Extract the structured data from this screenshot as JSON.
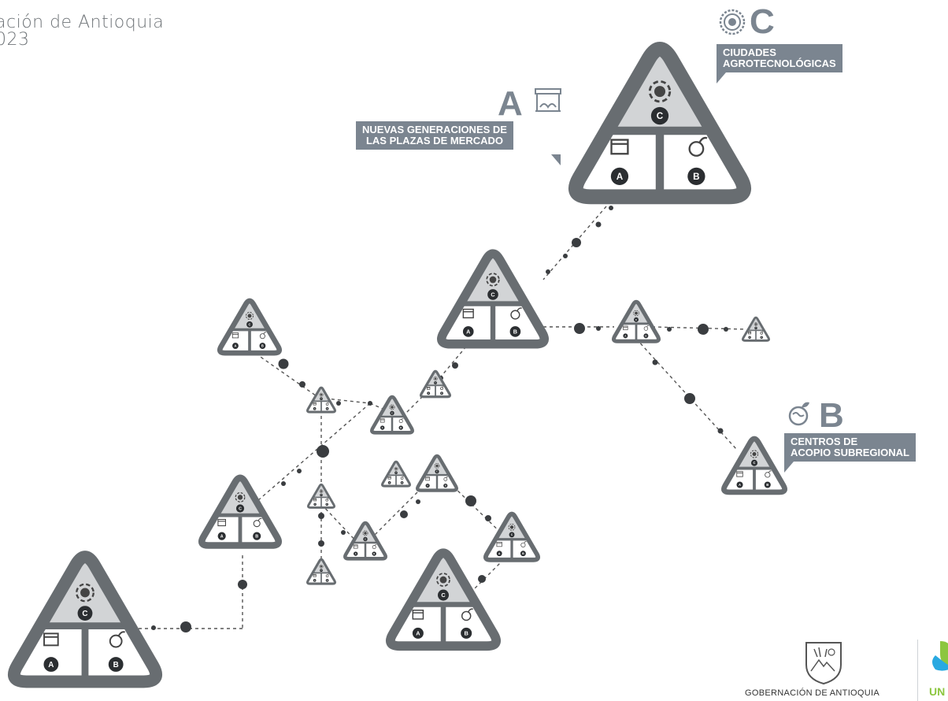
{
  "header": {
    "title": "ación de Antioquia",
    "year": "023"
  },
  "labels": {
    "a": {
      "letter": "A",
      "text": "NUEVAS GENERACIONES DE\nLAS PLAZAS DE MERCADO",
      "icon": "market-stall-icon"
    },
    "b": {
      "letter": "B",
      "text": "CENTROS DE\nACOPIO SUBREGIONAL",
      "icon": "earth-plant-icon"
    },
    "c": {
      "letter": "C",
      "text": "CIUDADES\nAGROTECNOLÓGICAS",
      "icon": "gear-icon"
    }
  },
  "node_letters": {
    "top": "C",
    "left": "A",
    "right": "B"
  },
  "footer": {
    "government": "GOBERNACIÓN DE ANTIOQUIA",
    "partner_logo_text": "UN"
  },
  "colors": {
    "frame": "#686d71",
    "top_fill": "#d2d4d6",
    "bottom_fill": "#ffffff",
    "dot": "#3a3d40",
    "callout_bg": "#7b8590",
    "letter": "#7b8590",
    "logo_green": "#8cc63f",
    "logo_blue": "#29a9e1"
  }
}
